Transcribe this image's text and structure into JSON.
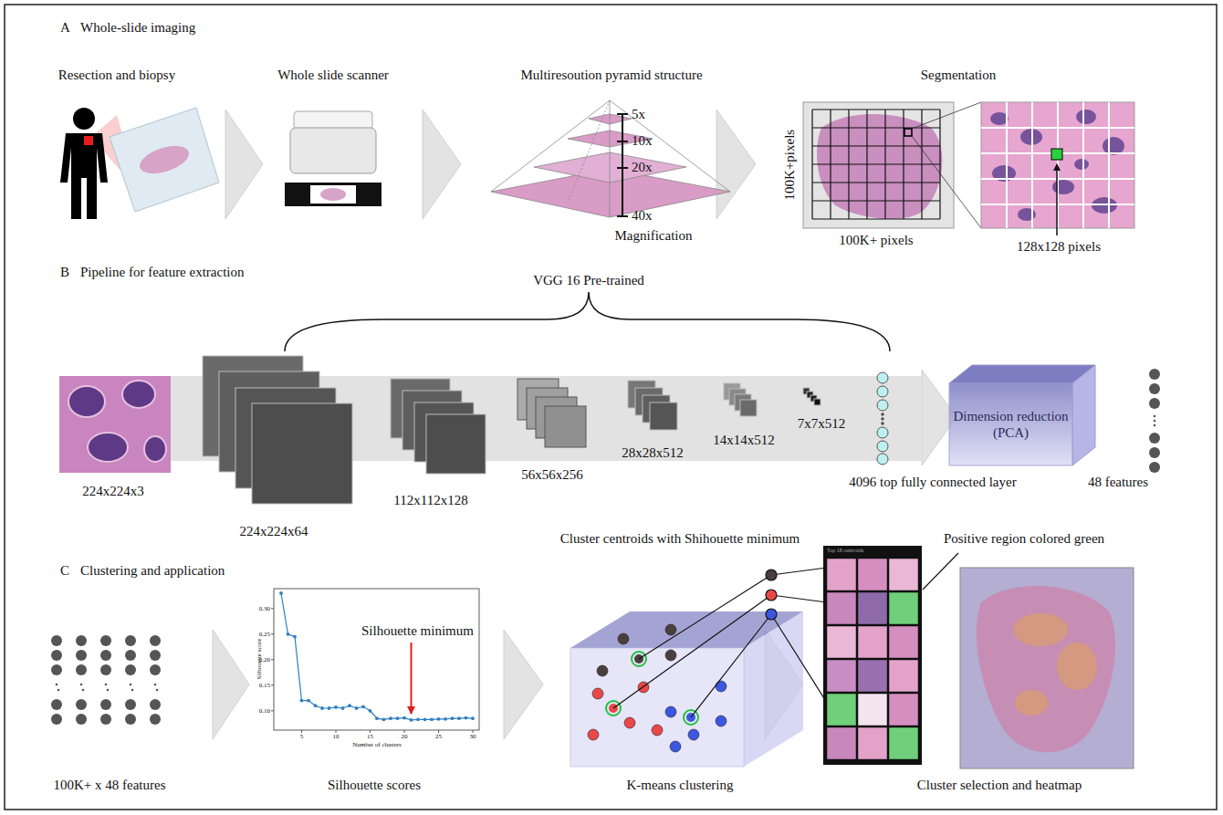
{
  "diagram": {
    "nodes": [
      {
        "text": [
          "Dimension reduction (PCA)"
        ]
      }
    ],
    "labels": [
      "A",
      "Whole-slide imaging",
      "Resection and biopsy",
      "Whole slide scanner",
      "Multiresoution pyramid structure",
      "5x",
      "10x",
      "20x",
      "40x",
      "Magnification",
      "Segmentation",
      "100K+pixels",
      "100K+ pixels",
      "128x128 pixels",
      "B",
      "Pipeline for feature extraction",
      "VGG 16 Pre-trained",
      "224x224x3",
      "224x224x64",
      "112x112x128",
      "56x56x256",
      "28x28x512",
      "14x14x512",
      "7x7x512",
      "4096 top fully connected layer",
      "48 features",
      "C",
      "Clustering and application",
      "100K+ x 48 features",
      "Silhouette scores",
      "Silhouette minimum",
      "Silhouette score",
      "Number of clusters",
      "0.30",
      "0.25",
      "0.20",
      "0.15",
      "0.10",
      "5",
      "10",
      "15",
      "20",
      "25",
      "30",
      "Cluster centroids with Shihouette minimum",
      "K-means clustering",
      "Top 18 centroids",
      "Positive region colored green",
      "Cluster selection and heatmap"
    ]
  }
}
